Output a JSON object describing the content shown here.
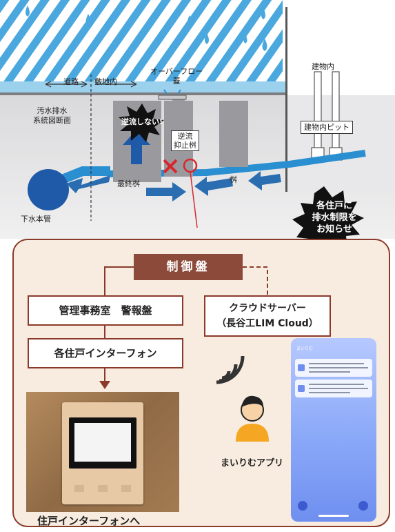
{
  "labels": {
    "road": "道路",
    "premises": "敷地内",
    "overflow_lid": "オーバーフロー\n蓋",
    "building_inside": "建物内",
    "building_pit": "建物内ピット",
    "sewage_section": "汚水排水\n系統図断面",
    "no_backflow": "逆流しない!",
    "backflow_stop_box": "逆流\n抑止桝",
    "final_box": "最終桝",
    "box": "桝",
    "sewer_main": "下水本管",
    "notify_burst": "各住戸に\n排水制限を\nお知らせ"
  },
  "flow": {
    "control_panel": "制御盤",
    "mgmt_office": "管理事務室　警報盤",
    "intercom": "各住戸インターフォン",
    "cloud_server": "クラウドサーバー\n（長谷工LIM Cloud）",
    "app": "まいりむアプリ",
    "to_unit_intercom": "住戸インターフォンへ"
  },
  "phone": {
    "title": "まいりむ"
  },
  "colors": {
    "rain": "#4aa8df",
    "pipe": "#2a8fd0",
    "arrow": "#2a6db0",
    "accent_brown": "#8b3a2a",
    "panel_bg": "#f7ecdf"
  }
}
